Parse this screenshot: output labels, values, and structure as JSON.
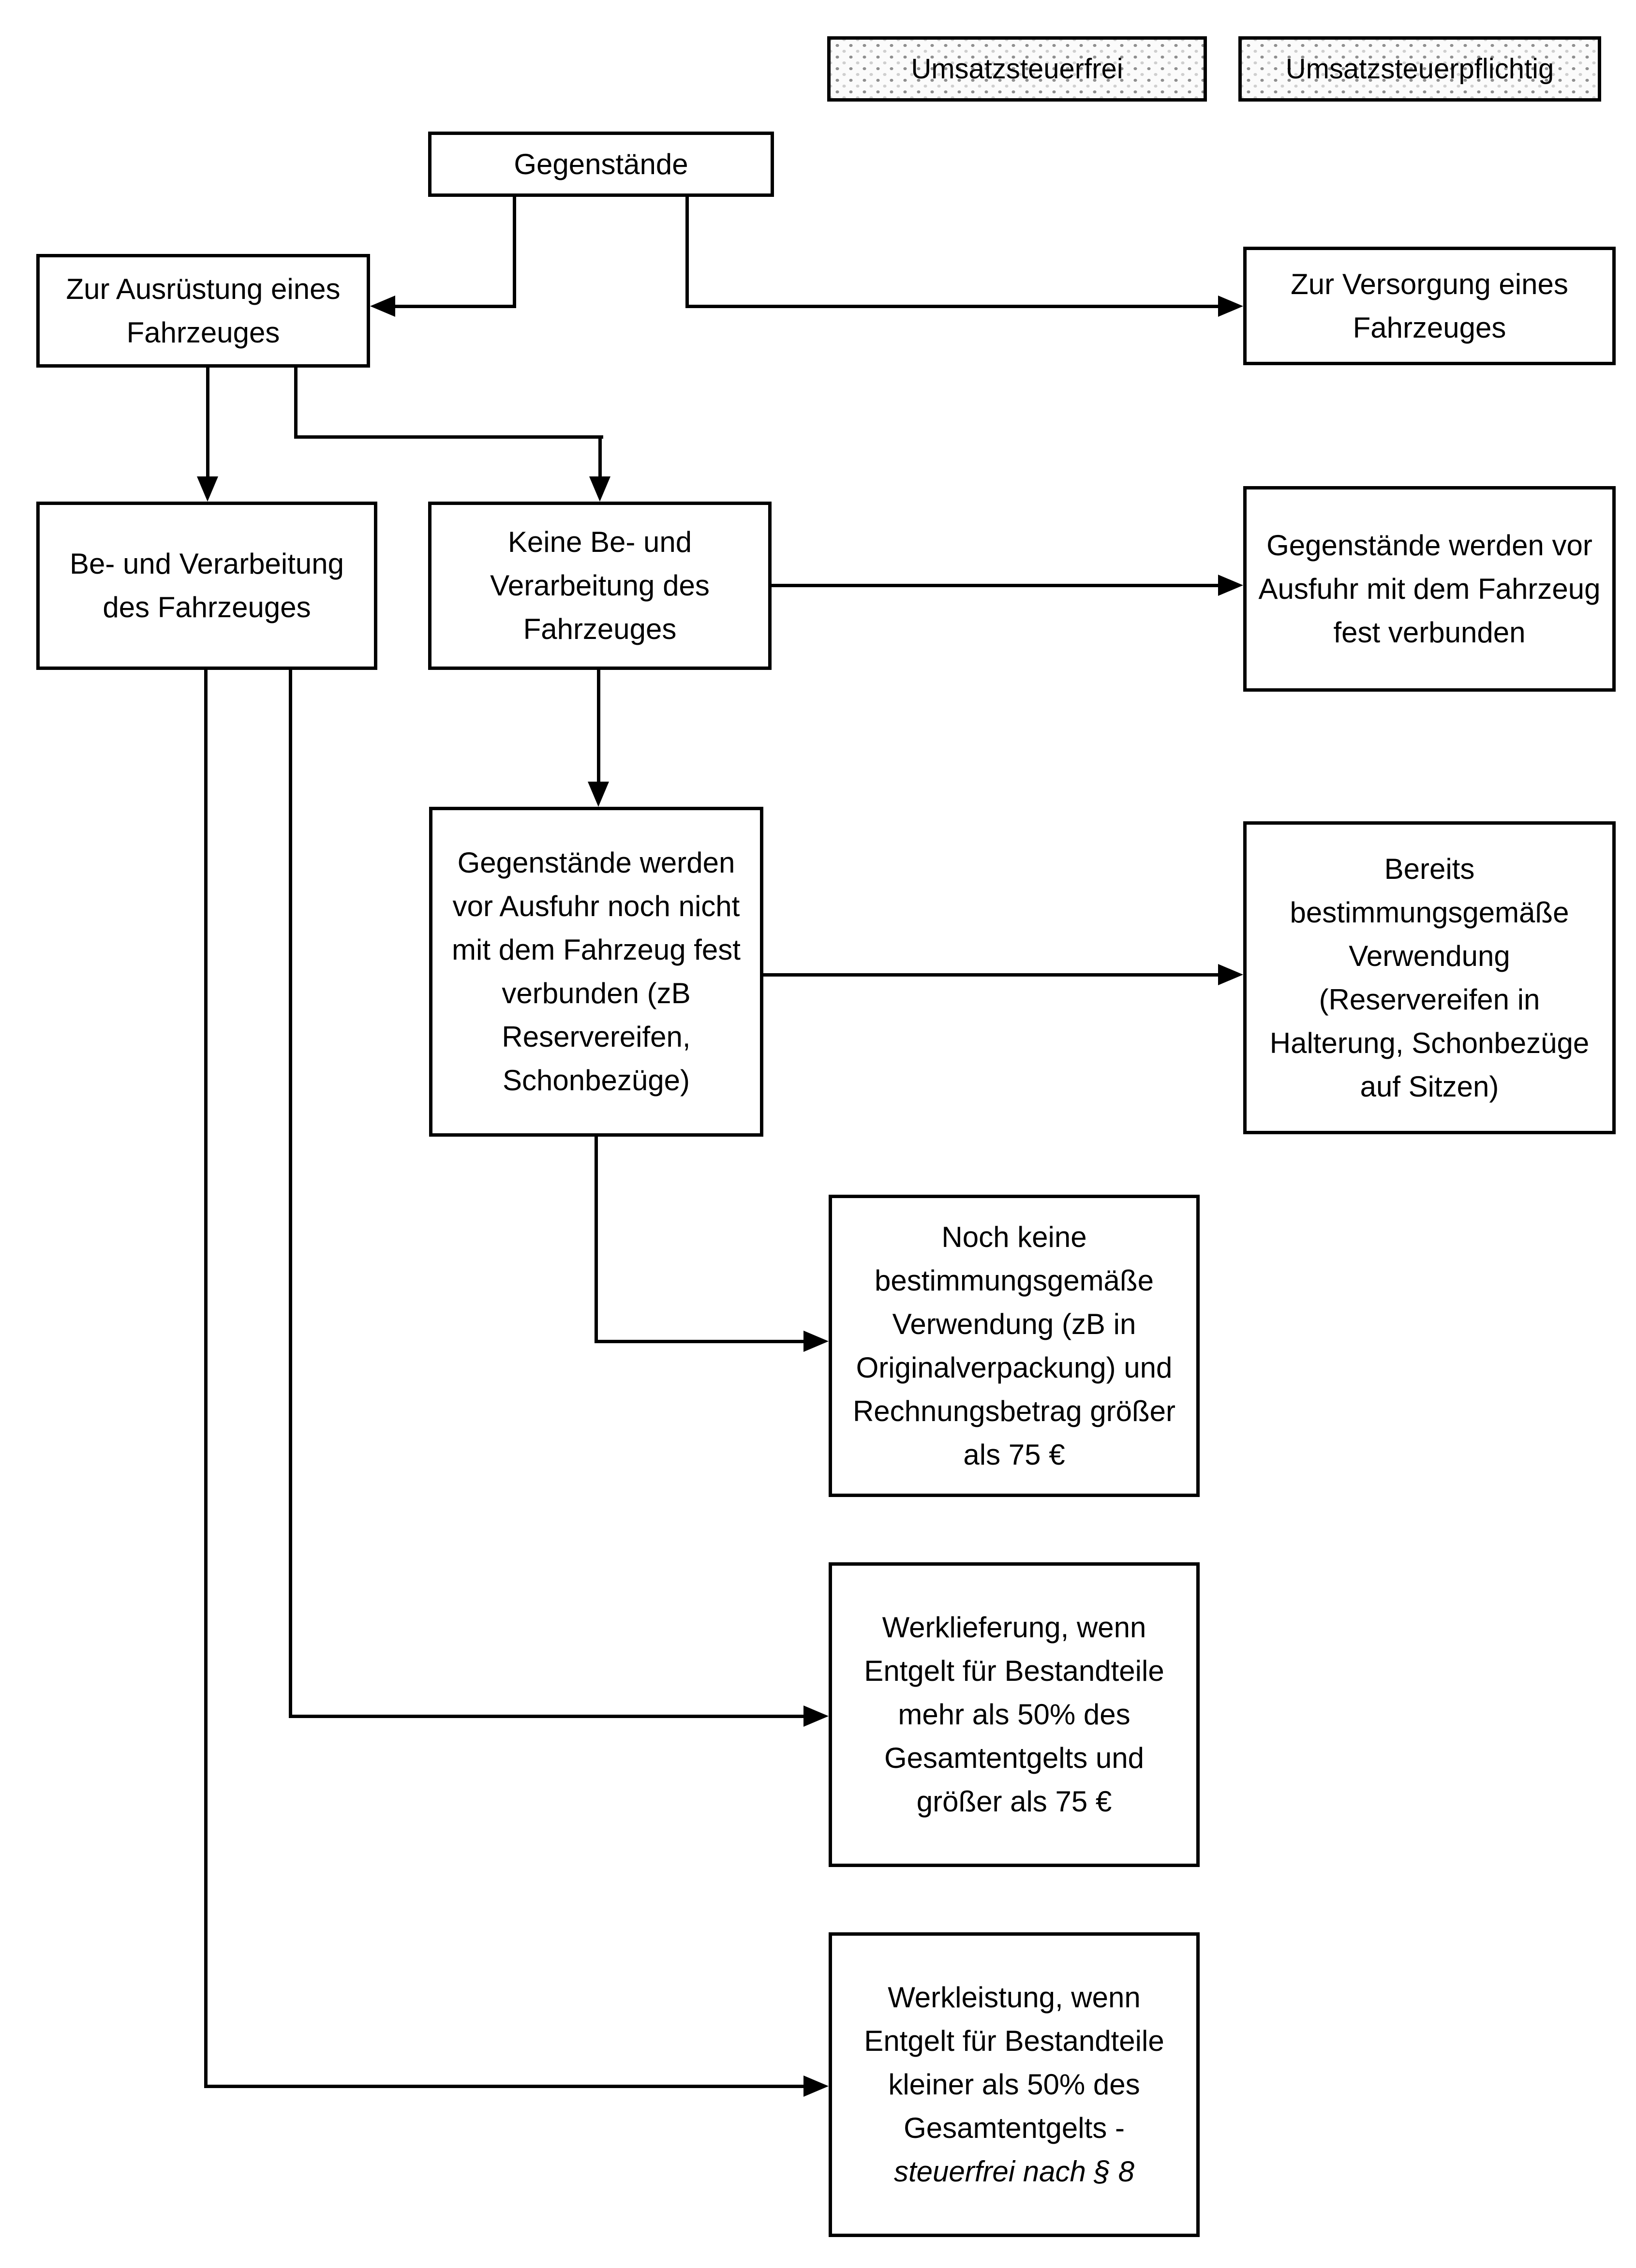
{
  "diagram": {
    "language": "de",
    "type": "flowchart",
    "column_headers": {
      "left": "Umsatzsteuerfrei",
      "right": "Umsatzsteuerpflichtig"
    }
  },
  "colors": {
    "background": "#ffffff",
    "box_border": "#000000",
    "text": "#000000",
    "arrow": "#000000",
    "header_fill": "#fbfbfb",
    "header_dots": "#8f8f8f"
  },
  "nodes": {
    "header_free": {
      "label": "Umsatzsteuerfrei"
    },
    "header_taxable": {
      "label": "Umsatzsteuerpflichtig"
    },
    "gegenstaende": {
      "label": "Gegenstände"
    },
    "zur_ausruestung": {
      "label": "Zur Ausrüstung eines Fahrzeuges"
    },
    "zur_versorgung": {
      "label": "Zur Versorgung eines Fahrzeuges"
    },
    "be_verarbeitung": {
      "label": "Be- und Verarbeitung des Fahrzeuges"
    },
    "keine_be": {
      "label": "Keine Be- und Verarbeitung des Fahrzeuges"
    },
    "fest_verbunden": {
      "label": "Gegenstände werden vor Ausfuhr mit dem Fahrzeug fest verbunden"
    },
    "noch_nicht": {
      "label": "Gegenstände werden vor Ausfuhr noch nicht mit dem Fahrzeug fest verbunden (zB Reservereifen, Schonbezüge)"
    },
    "bereits": {
      "label": "Bereits bestimmungsgemäße Verwendung (Reservereifen in Halterung, Schonbezüge auf Sitzen)"
    },
    "noch_keine": {
      "label": "Noch keine bestimmungsgemäße Verwendung (zB in Originalverpackung) und Rechnungsbetrag größer als 75 €"
    },
    "werklieferung": {
      "label": "Werklieferung, wenn Entgelt für Bestandteile mehr als 50% des Gesamtentgelts und größer als 75 €"
    },
    "werkleistung": {
      "label_regular": "Werkleistung, wenn Entgelt für Bestandteile kleiner als 50% des Gesamtentgelts - ",
      "label_italic": "steuerfrei nach § 8"
    }
  },
  "edges": [
    {
      "from": "gegenstaende",
      "to": "zur_ausruestung"
    },
    {
      "from": "gegenstaende",
      "to": "zur_versorgung"
    },
    {
      "from": "zur_ausruestung",
      "to": "be_verarbeitung"
    },
    {
      "from": "zur_ausruestung",
      "to": "keine_be"
    },
    {
      "from": "keine_be",
      "to": "fest_verbunden"
    },
    {
      "from": "keine_be",
      "to": "noch_nicht"
    },
    {
      "from": "noch_nicht",
      "to": "bereits"
    },
    {
      "from": "noch_nicht",
      "to": "noch_keine"
    },
    {
      "from": "be_verarbeitung",
      "to": "werklieferung"
    },
    {
      "from": "be_verarbeitung",
      "to": "werkleistung"
    }
  ]
}
